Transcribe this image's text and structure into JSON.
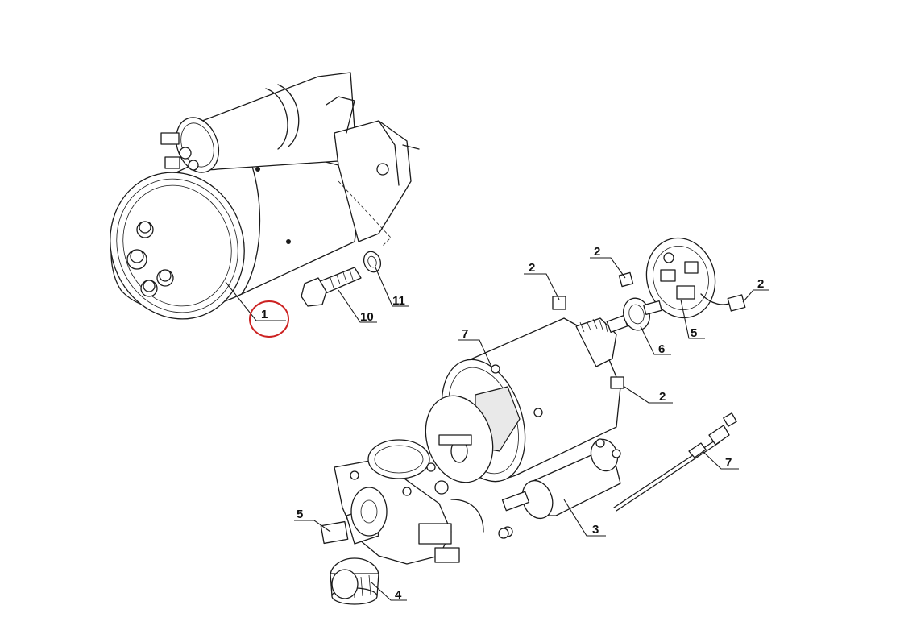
{
  "callouts": {
    "c1": "1",
    "c10": "10",
    "c11": "11",
    "c2a": "2",
    "c2b": "2",
    "c2c": "2",
    "c2d": "2",
    "c7a": "7",
    "c7b": "7",
    "c5a": "5",
    "c5b": "5",
    "c6": "6",
    "c3": "3",
    "c4": "4"
  },
  "highlight": {
    "target": "1",
    "color": "#cc2222"
  }
}
